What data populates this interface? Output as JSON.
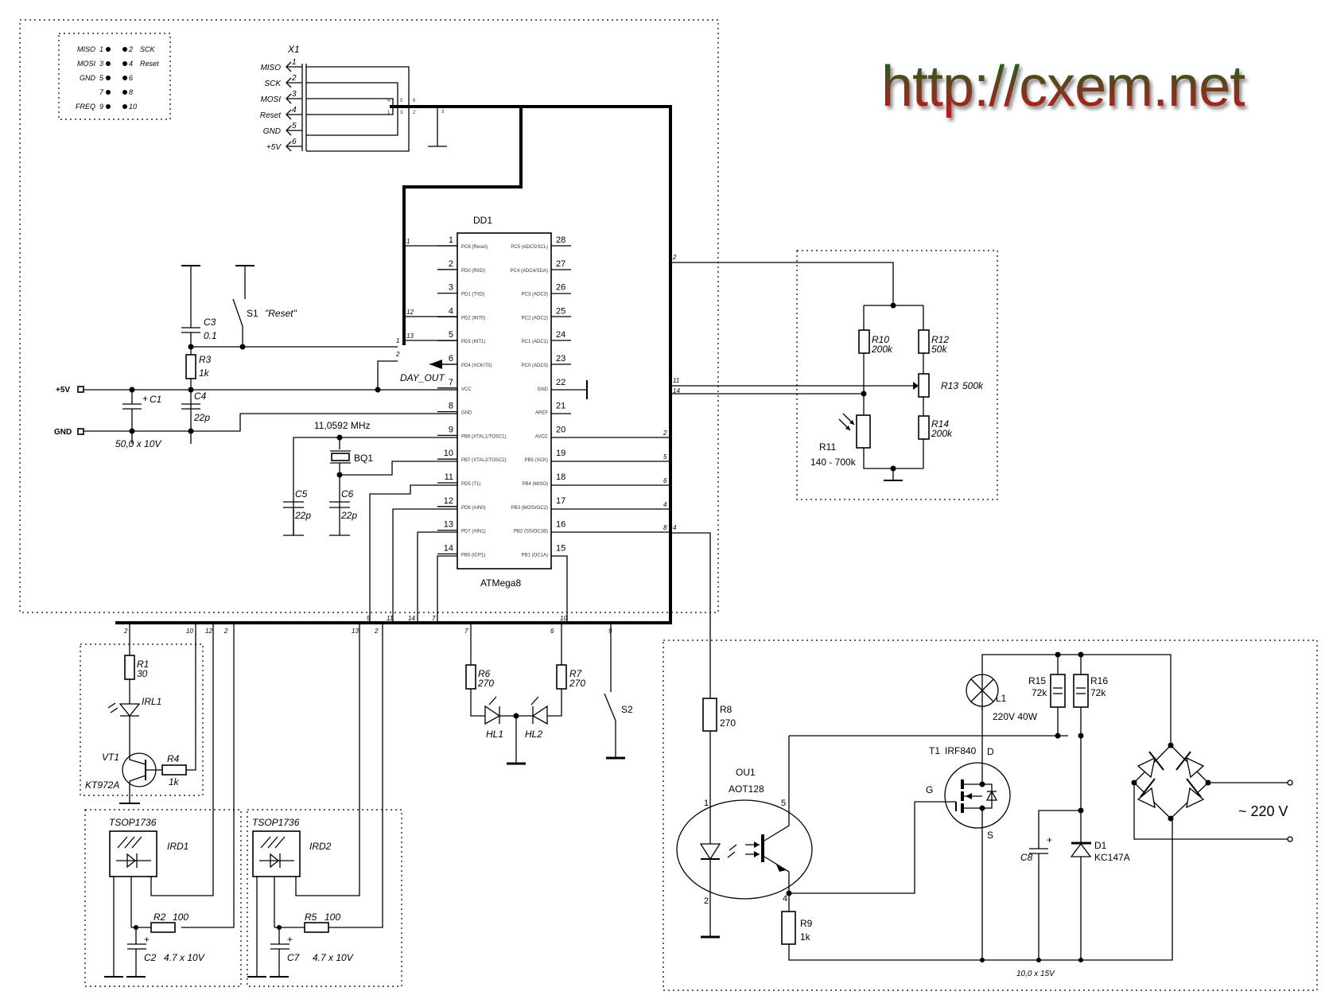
{
  "watermark": "http://cxem.net",
  "programming_header": {
    "rows": [
      {
        "left_label": "MISO",
        "left_pin": "1",
        "right_pin": "2",
        "right_label": "SCK"
      },
      {
        "left_label": "MOSI",
        "left_pin": "3",
        "right_pin": "4",
        "right_label": "Reset"
      },
      {
        "left_label": "GND",
        "left_pin": "5",
        "right_pin": "6",
        "right_label": ""
      },
      {
        "left_label": "",
        "left_pin": "7",
        "right_pin": "8",
        "right_label": ""
      },
      {
        "left_label": "FREQ",
        "left_pin": "9",
        "right_pin": "10",
        "right_label": ""
      }
    ]
  },
  "connector_x1": {
    "ref": "X1",
    "pins": [
      {
        "n": "1",
        "label": "MISO"
      },
      {
        "n": "2",
        "label": "SCK"
      },
      {
        "n": "3",
        "label": "MOSI"
      },
      {
        "n": "4",
        "label": "Reset"
      },
      {
        "n": "5",
        "label": "GND"
      },
      {
        "n": "6",
        "label": "+5V"
      }
    ],
    "bus_taps": [
      "4",
      "5",
      "6",
      "1",
      "3",
      "2",
      "3"
    ]
  },
  "mcu": {
    "ref": "DD1",
    "part": "ATMega8",
    "left_pins": [
      {
        "n": "1",
        "name": "PC6 (Reset)"
      },
      {
        "n": "2",
        "name": "PD0 (RXD)"
      },
      {
        "n": "3",
        "name": "PD1 (TXD)"
      },
      {
        "n": "4",
        "name": "PD2 (INT0)"
      },
      {
        "n": "5",
        "name": "PD3 (INT1)"
      },
      {
        "n": "6",
        "name": "PD4 (XCK/T0)"
      },
      {
        "n": "7",
        "name": "VCC"
      },
      {
        "n": "8",
        "name": "GND"
      },
      {
        "n": "9",
        "name": "PB6 (XTAL1/TOSC1)"
      },
      {
        "n": "10",
        "name": "PB7 (XTAL2/TOSC2)"
      },
      {
        "n": "11",
        "name": "PD5 (T1)"
      },
      {
        "n": "12",
        "name": "PD6 (AIN0)"
      },
      {
        "n": "13",
        "name": "PD7 (AIN1)"
      },
      {
        "n": "14",
        "name": "PB0 (ICP1)"
      }
    ],
    "right_pins": [
      {
        "n": "28",
        "name": "PC5 (ADC5/SCL)"
      },
      {
        "n": "27",
        "name": "PC4 (ADC4/SDA)"
      },
      {
        "n": "26",
        "name": "PC3 (ADC3)"
      },
      {
        "n": "25",
        "name": "PC2 (ADC2)"
      },
      {
        "n": "24",
        "name": "PC1 (ADC1)"
      },
      {
        "n": "23",
        "name": "PC0 (ADC0)"
      },
      {
        "n": "22",
        "name": "GND"
      },
      {
        "n": "21",
        "name": "AREF"
      },
      {
        "n": "20",
        "name": "AVCC"
      },
      {
        "n": "19",
        "name": "PB5 (SCK)"
      },
      {
        "n": "18",
        "name": "PB4 (MISO)"
      },
      {
        "n": "17",
        "name": "PB3 (MOSI/OC2)"
      },
      {
        "n": "16",
        "name": "PB2 (SS/OC1B)"
      },
      {
        "n": "15",
        "name": "PB1 (OC1A)"
      }
    ],
    "net_label": "DAY_OUT"
  },
  "power": {
    "vcc_label": "+5V",
    "gnd_label": "GND"
  },
  "components": {
    "C1": {
      "ref": "C1",
      "value": "50,0 x 10V"
    },
    "C3": {
      "ref": "C3",
      "value": "0.1"
    },
    "C4": {
      "ref": "C4",
      "value": "22p"
    },
    "R3": {
      "ref": "R3",
      "value": "1k"
    },
    "S1": {
      "ref": "S1",
      "value": "\"Reset\""
    },
    "BQ1": {
      "ref": "BQ1",
      "value": "11,0592 MHz"
    },
    "C5": {
      "ref": "C5",
      "value": "22p"
    },
    "C6": {
      "ref": "C6",
      "value": "22p"
    },
    "R10": {
      "ref": "R10",
      "value": "200k"
    },
    "R11": {
      "ref": "R11",
      "value": "140 - 700k"
    },
    "R12": {
      "ref": "R12",
      "value": "50k"
    },
    "R13": {
      "ref": "R13",
      "value": "500k"
    },
    "R14": {
      "ref": "R14",
      "value": "200k"
    },
    "R1": {
      "ref": "R1",
      "value": "30"
    },
    "IRL1": {
      "ref": "IRL1"
    },
    "VT1": {
      "ref": "VT1",
      "value": "KT972A"
    },
    "R4": {
      "ref": "R4",
      "value": "1k"
    },
    "IRD1": {
      "ref": "IRD1",
      "value": "TSOP1736"
    },
    "IRD2": {
      "ref": "IRD2",
      "value": "TSOP1736"
    },
    "R2": {
      "ref": "R2",
      "value": "100"
    },
    "R5": {
      "ref": "R5",
      "value": "100"
    },
    "C2": {
      "ref": "C2",
      "value": "4.7 x 10V"
    },
    "C7": {
      "ref": "C7",
      "value": "4.7 x 10V"
    },
    "R6": {
      "ref": "R6",
      "value": "270"
    },
    "R7": {
      "ref": "R7",
      "value": "270"
    },
    "HL1": {
      "ref": "HL1"
    },
    "HL2": {
      "ref": "HL2"
    },
    "S2": {
      "ref": "S2"
    },
    "R8": {
      "ref": "R8",
      "value": "270"
    },
    "OU1": {
      "ref": "OU1",
      "value": "AOT128",
      "pins": [
        "1",
        "2",
        "5",
        "4"
      ]
    },
    "R9": {
      "ref": "R9",
      "value": "1k"
    },
    "T1": {
      "ref": "T1",
      "value": "IRF840",
      "pins": [
        "D",
        "G",
        "S"
      ]
    },
    "L1": {
      "ref": "L1",
      "value": "220V 40W"
    },
    "R15": {
      "ref": "R15",
      "value": "72k"
    },
    "R16": {
      "ref": "R16",
      "value": "72k"
    },
    "C8": {
      "ref": "C8",
      "value": "10,0 x 15V"
    },
    "D1": {
      "ref": "D1",
      "value": "KC147A"
    },
    "mains": {
      "label": "~ 220 V"
    }
  },
  "bus_labels": {
    "top_to_mcu": [
      "1",
      "12",
      "13",
      "1",
      "2"
    ],
    "right_side": [
      "2",
      "11",
      "14",
      "2",
      "5",
      "6",
      "4",
      "8",
      "4"
    ],
    "bottom_top": [
      "5",
      "11",
      "14",
      "7",
      "10"
    ],
    "bottom_bottom": [
      "2",
      "10",
      "12",
      "2",
      "13",
      "2",
      "7",
      "6",
      "9"
    ]
  }
}
